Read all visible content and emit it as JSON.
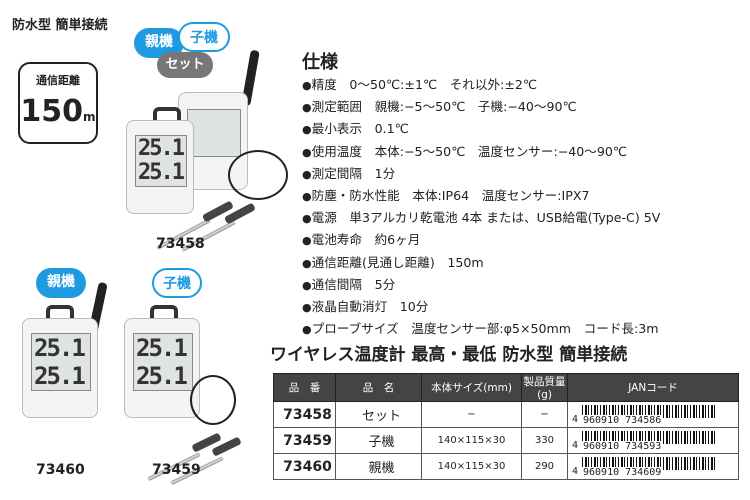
{
  "tagline": "防水型 簡単接続",
  "range_box": {
    "label": "通信距離",
    "value": "150",
    "unit": "m"
  },
  "pills": {
    "parent": "親機",
    "child": "子機",
    "set": "セット"
  },
  "models": {
    "top": "73458",
    "left": "73460",
    "right": "73459"
  },
  "device_readings": {
    "upper": "25.1",
    "lower": "25.1"
  },
  "spec_title": "仕様",
  "specs": [
    "精度　0～50℃:±1℃　それ以外:±2℃",
    "測定範囲　親機:−5～50℃　子機:−40～90℃",
    "最小表示　0.1℃",
    "使用温度　本体:−5～50℃　温度センサー:−40～90℃",
    "測定間隔　1分",
    "防塵・防水性能　本体:IP64　温度センサー:IPX7",
    "電源　単3アルカリ乾電池 4本 または、USB給電(Type-C) 5V",
    "電池寿命　約6ヶ月",
    "通信距離(見通し距離)　150m",
    "通信間隔　5分",
    "液晶自動消灯　10分",
    "プローブサイズ　温度センサー部:φ5×50mm　コード長:3m"
  ],
  "product_title": "ワイヤレス温度計 最高・最低 防水型 簡単接続",
  "table": {
    "headers": [
      "品　番",
      "品　名",
      "本体サイズ(mm)",
      "製品質量(g)",
      "JANコード"
    ],
    "rows": [
      {
        "code": "73458",
        "name": "セット",
        "size": "−",
        "weight": "−",
        "jan_lead": "4",
        "jan": "960910 734586"
      },
      {
        "code": "73459",
        "name": "子機",
        "size": "140×115×30",
        "weight": "330",
        "jan_lead": "4",
        "jan": "960910 734593"
      },
      {
        "code": "73460",
        "name": "親機",
        "size": "140×115×30",
        "weight": "290",
        "jan_lead": "4",
        "jan": "960910 734609"
      }
    ]
  }
}
